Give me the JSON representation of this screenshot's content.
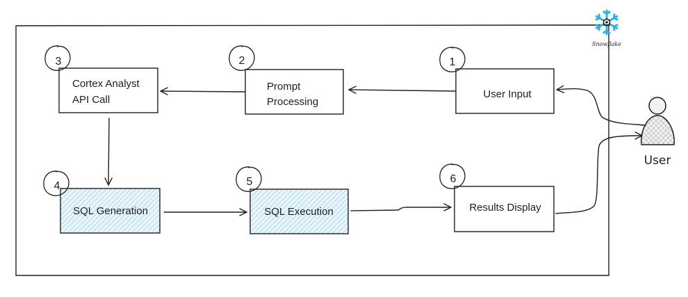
{
  "brand": {
    "name": "Snowflake",
    "icon": "snowflake-icon",
    "color": "#29b5e8"
  },
  "actor": {
    "label": "User",
    "icon": "user-icon"
  },
  "steps": [
    {
      "number": "1",
      "lines": [
        "User Input"
      ],
      "highlighted": false
    },
    {
      "number": "2",
      "lines": [
        "Prompt",
        "Processing"
      ],
      "highlighted": false
    },
    {
      "number": "3",
      "lines": [
        "Cortex Analyst",
        "API Call"
      ],
      "highlighted": false
    },
    {
      "number": "4",
      "lines": [
        "SQL Generation"
      ],
      "highlighted": true
    },
    {
      "number": "5",
      "lines": [
        "SQL Execution"
      ],
      "highlighted": true
    },
    {
      "number": "6",
      "lines": [
        "Results Display"
      ],
      "highlighted": false
    }
  ],
  "colors": {
    "stroke": "#1e1e1e",
    "highlight_fill": "#a5d8ff",
    "hatch": "#9ccff2"
  }
}
